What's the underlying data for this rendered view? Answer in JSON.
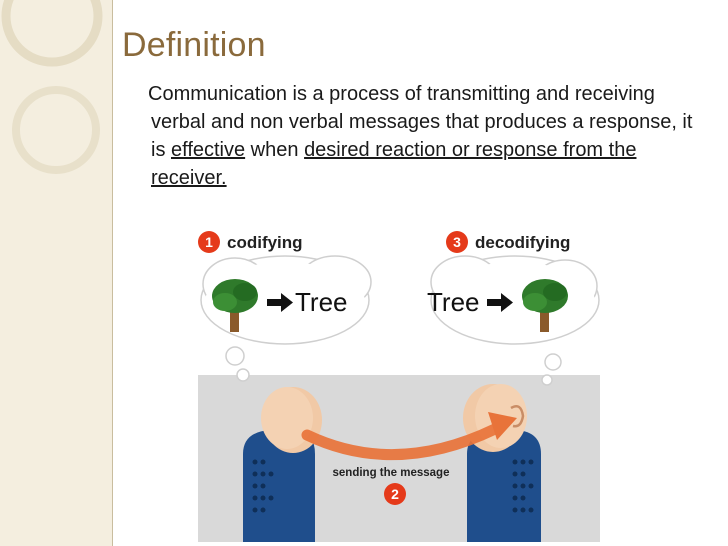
{
  "slide": {
    "title": "Definition",
    "body": {
      "part1": "Communication is a process of transmitting and receiving verbal and non verbal messages that produces a response, it is ",
      "effective": "effective",
      "part2": " when ",
      "desired": "desired reaction or response from the receiver."
    }
  },
  "diagram": {
    "step1": {
      "number": "1",
      "label": "codifying"
    },
    "step2": {
      "number": "2",
      "label": "sending the message"
    },
    "step3": {
      "number": "3",
      "label": "decodifying"
    },
    "left_bubble_word": "Tree",
    "right_bubble_word": "Tree"
  },
  "colors": {
    "title": "#8a6a3c",
    "side_band": "#f4eedf",
    "step_circle": "#e53a1a",
    "arrow": "#e8733a",
    "person_body": "#1f4e8c",
    "stage_bg": "#d9d9d9",
    "tree_leaves": "#2f7a2b"
  }
}
